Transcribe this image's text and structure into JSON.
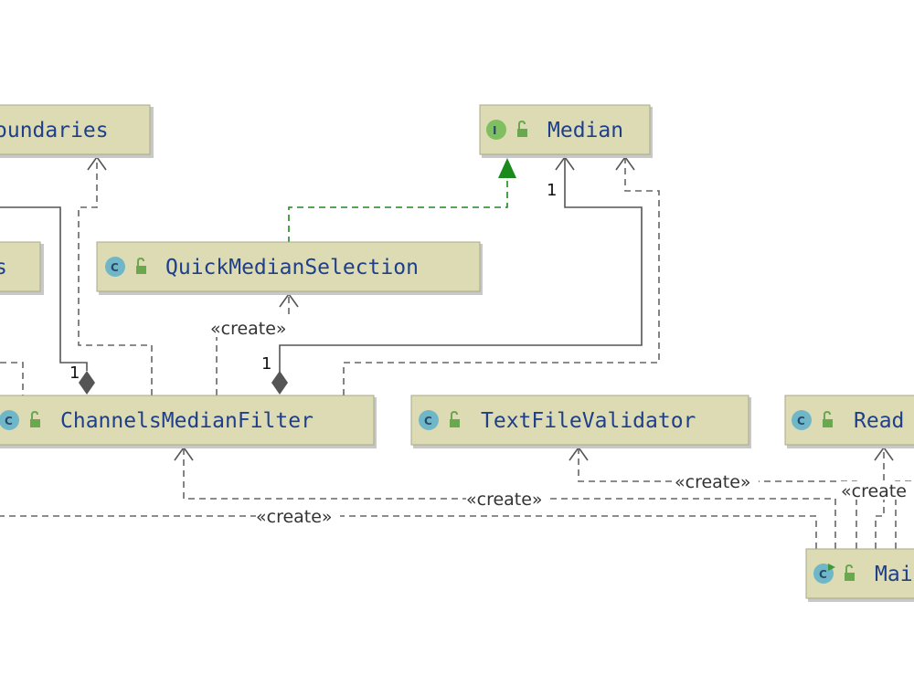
{
  "nodes": {
    "boundaries": {
      "label": "oundaries",
      "kind": "class"
    },
    "left_cut": {
      "label": "s",
      "kind": "class"
    },
    "median": {
      "label": "Median",
      "kind": "interface",
      "icon_letter": "I"
    },
    "quick": {
      "label": "QuickMedianSelection",
      "kind": "class",
      "icon_letter": "C"
    },
    "channels": {
      "label": "ChannelsMedianFilter",
      "kind": "class",
      "icon_letter": "C"
    },
    "textfile": {
      "label": "TextFileValidator",
      "kind": "class",
      "icon_letter": "C"
    },
    "read": {
      "label": "Read",
      "kind": "class",
      "icon_letter": "C"
    },
    "main": {
      "label": "Mai",
      "kind": "class-runnable",
      "icon_letter": "C"
    }
  },
  "edge_labels": {
    "create_quick": "«create»",
    "create_textfile": "«create»",
    "create_channels": "«create»",
    "create_left": "«create»",
    "create_read": "«create",
    "mult_median": "1",
    "mult_channels_left": "1",
    "mult_channels_right": "1"
  },
  "colors": {
    "node_fill": "#dcdbb3",
    "node_text": "#1f3f8a",
    "class_icon": "#6fb7c8",
    "interface_icon": "#7fbf5f",
    "lock_icon": "#6aa84f",
    "implements_edge": "#1a8a1a"
  }
}
